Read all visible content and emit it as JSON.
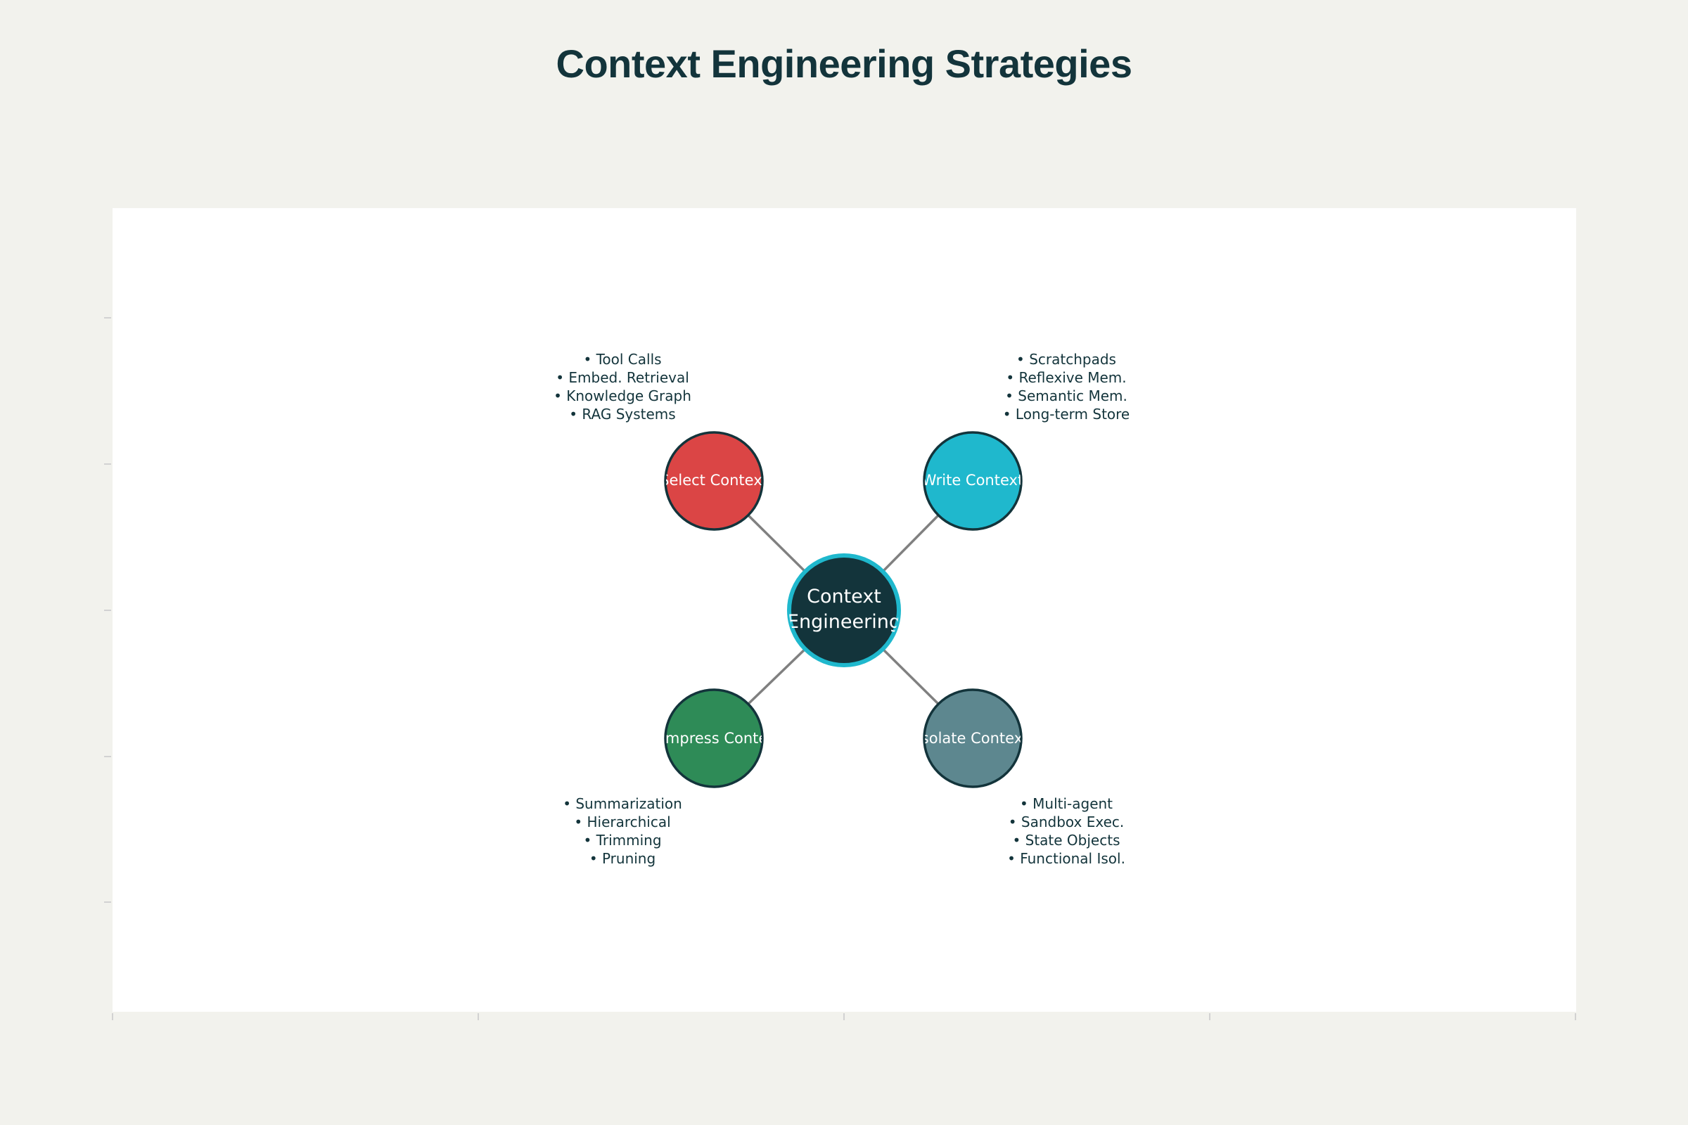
{
  "title": "Context Engineering Strategies",
  "colors": {
    "page_background": "#f2f2ed",
    "plot_background": "#ffffff",
    "title": "#13343b",
    "center_fill": "#13343b",
    "center_ring": "#1fb8cd",
    "connector": "#808080",
    "node_stroke": "#13343b",
    "bullet_text": "#13343b"
  },
  "center": {
    "label_lines": [
      "Context",
      "Engineering"
    ]
  },
  "strategies": [
    {
      "id": "select",
      "label": "Select Context",
      "color": "#db4545",
      "items": [
        "• Tool Calls",
        "• Embed. Retrieval",
        "• Knowledge Graph",
        "• RAG Systems"
      ]
    },
    {
      "id": "write",
      "label": "Write Context",
      "color": "#1fb8cd",
      "items": [
        "• Scratchpads",
        "• Reflexive Mem.",
        "• Semantic Mem.",
        "• Long-term Store"
      ]
    },
    {
      "id": "compress",
      "label": "Compress Context",
      "color": "#2e8b57",
      "items": [
        "• Summarization",
        "• Hierarchical",
        "• Trimming",
        "• Pruning"
      ]
    },
    {
      "id": "isolate",
      "label": "Isolate Context",
      "color": "#5d878f",
      "items": [
        "• Multi-agent",
        "• Sandbox Exec.",
        "• State Objects",
        "• Functional Isol."
      ]
    }
  ]
}
